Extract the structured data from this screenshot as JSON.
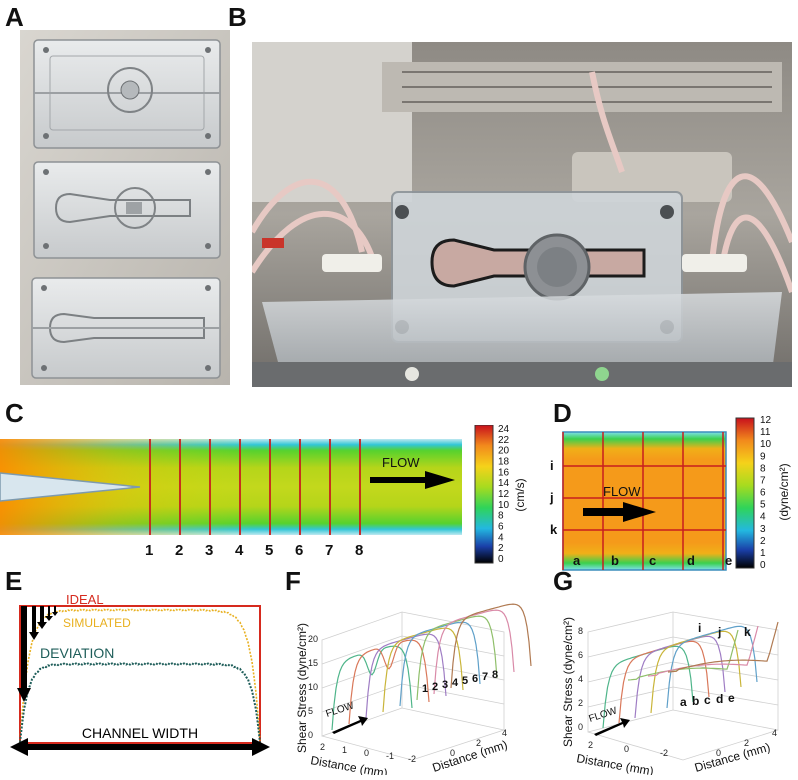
{
  "panels": {
    "a": "A",
    "b": "B",
    "c": "C",
    "d": "D",
    "e": "E",
    "f": "F",
    "g": "G"
  },
  "panel_c": {
    "flow_label": "FLOW",
    "unit": "(cm/s)",
    "colorbar_ticks": [
      "24",
      "22",
      "20",
      "18",
      "16",
      "14",
      "12",
      "10",
      "8",
      "6",
      "4",
      "2",
      "0"
    ],
    "section_numbers": [
      "1",
      "2",
      "3",
      "4",
      "5",
      "6",
      "7",
      "8"
    ]
  },
  "panel_d": {
    "flow_label": "FLOW",
    "unit": "(dyne/cm²)",
    "colorbar_ticks": [
      "12",
      "11",
      "10",
      "9",
      "8",
      "7",
      "6",
      "5",
      "4",
      "3",
      "2",
      "1",
      "0"
    ],
    "column_letters": [
      "a",
      "b",
      "c",
      "d",
      "e"
    ],
    "row_letters": [
      "i",
      "j",
      "k"
    ]
  },
  "panel_e": {
    "ideal": "IDEAL",
    "simulated": "SIMULATED",
    "deviation": "DEVIATION",
    "width_label": "CHANNEL WIDTH"
  },
  "panel_f": {
    "z_label": "Shear Stress (dyne/cm²)",
    "z_ticks": [
      "20",
      "15",
      "10",
      "5",
      "0"
    ],
    "x_label": "Distance (mm)",
    "x_ticks": [
      "2",
      "1",
      "0",
      "-1",
      "-2"
    ],
    "y_label": "Distance (mm)",
    "y_ticks": [
      "0",
      "2",
      "4"
    ],
    "flow_label": "FLOW",
    "curve_labels": [
      "1",
      "2",
      "3",
      "4",
      "5",
      "6",
      "7",
      "8"
    ]
  },
  "panel_g": {
    "z_label": "Shear Stress (dyne/cm²)",
    "z_ticks": [
      "8",
      "6",
      "4",
      "2",
      "0"
    ],
    "x_label": "Distance (mm)",
    "x_ticks": [
      "2",
      "0",
      "-2"
    ],
    "y_label": "Distance (mm)",
    "y_ticks": [
      "0",
      "2",
      "4"
    ],
    "flow_label": "FLOW",
    "curve_labels_front": [
      "a",
      "b",
      "c",
      "d",
      "e"
    ],
    "curve_labels_back": [
      "i",
      "j",
      "k"
    ]
  },
  "colors": {
    "ideal": "#d62a1e",
    "simulated": "#e8b020",
    "deviation": "#1f5e5a",
    "grid_red": "#c81e1e"
  }
}
